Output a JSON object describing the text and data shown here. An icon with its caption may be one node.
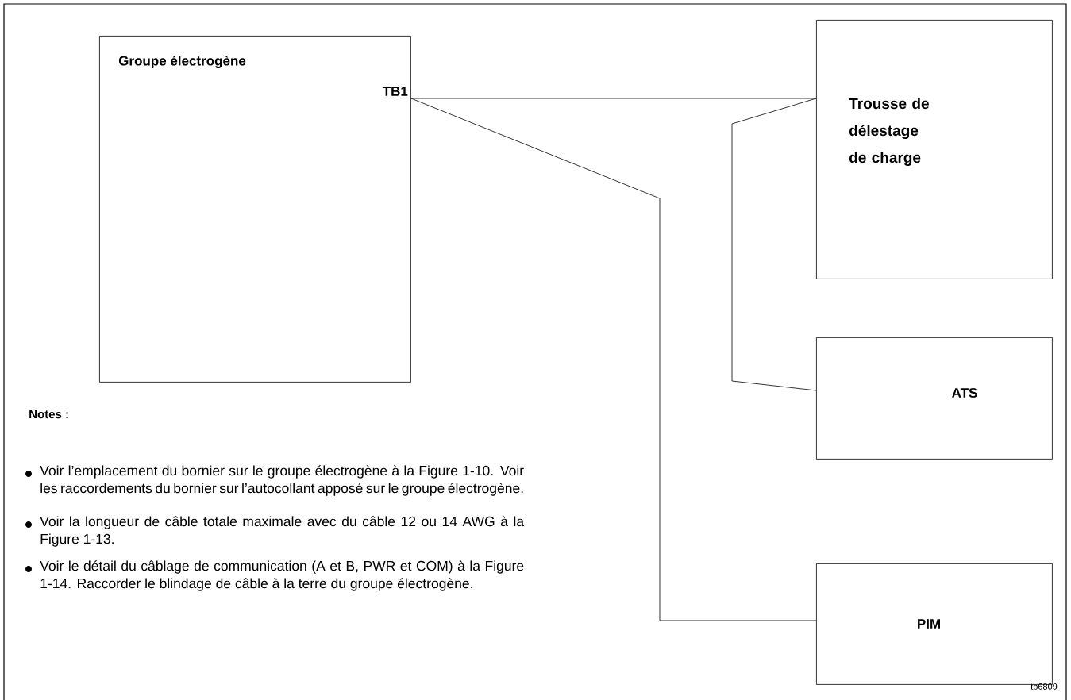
{
  "diagram": {
    "nodes": [
      {
        "text": [
          "Groupe électrogène",
          "TB1"
        ]
      },
      {
        "text": [
          "Trousse de délestage de charge"
        ]
      },
      {
        "text": [
          "ATS"
        ]
      },
      {
        "text": [
          "PIM"
        ]
      }
    ],
    "edges": [
      {
        "from": 0,
        "to": 1,
        "arrow": "none"
      },
      {
        "from": 1,
        "to": 2,
        "arrow": "none"
      },
      {
        "from": 0,
        "to": 3,
        "arrow": "none"
      }
    ],
    "labels": [
      "Notes :",
      "Voir l’emplacement du bornier sur le groupe électrogène à la Figure 1-10. Voir les raccordements du bornier sur l’autocollant apposé sur le groupe électrogène.",
      "Voir la longueur de câble totale maximale avec du câble 12 ou 14 AWG à la Figure 1-13.",
      "Voir le détail du câblage de communication (A et B, PWR et COM) à la Figure 1-14. Raccorder le blindage de câble à la terre du groupe électrogène.",
      "tp6809"
    ]
  }
}
